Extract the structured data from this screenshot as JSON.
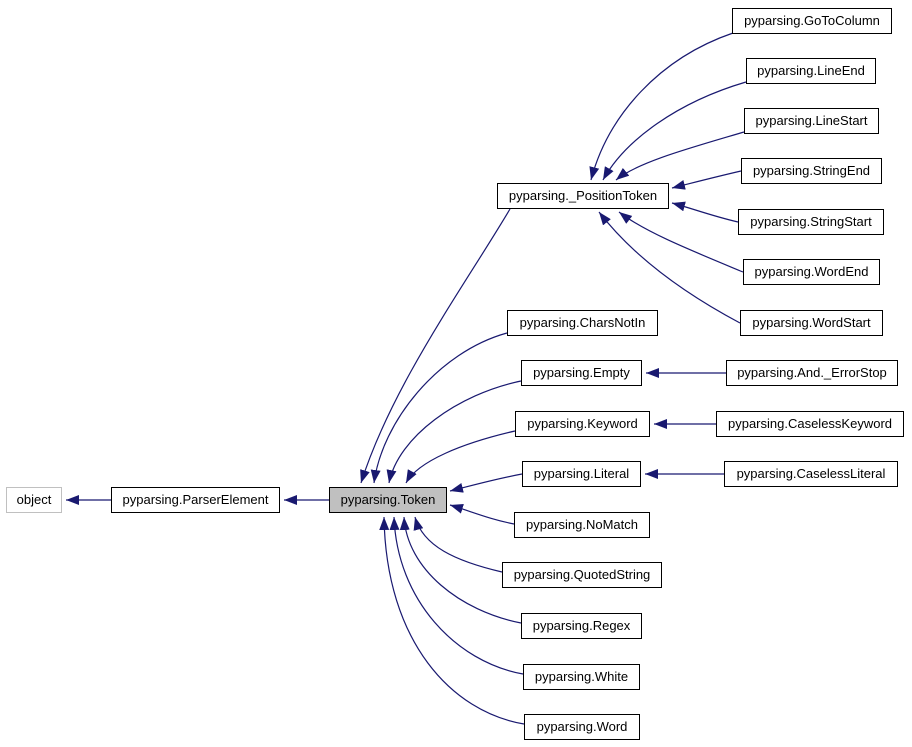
{
  "diagram": {
    "description": "Inheritance graph for pyparsing.Token",
    "colors": {
      "edge": "#191970",
      "node_border": "#000000",
      "node_fill": "#ffffff",
      "highlight_fill": "#c0c0c0",
      "external_border": "#c0c0c0",
      "text": "#000000",
      "background": "#ffffff"
    },
    "nodes": {
      "object": {
        "label": "object"
      },
      "parser_element": {
        "label": "pyparsing.ParserElement"
      },
      "token": {
        "label": "pyparsing.Token"
      },
      "position_token": {
        "label": "pyparsing._PositionToken"
      },
      "goto_column": {
        "label": "pyparsing.GoToColumn"
      },
      "line_end": {
        "label": "pyparsing.LineEnd"
      },
      "line_start": {
        "label": "pyparsing.LineStart"
      },
      "string_end": {
        "label": "pyparsing.StringEnd"
      },
      "string_start": {
        "label": "pyparsing.StringStart"
      },
      "word_end": {
        "label": "pyparsing.WordEnd"
      },
      "word_start": {
        "label": "pyparsing.WordStart"
      },
      "chars_not_in": {
        "label": "pyparsing.CharsNotIn"
      },
      "empty": {
        "label": "pyparsing.Empty"
      },
      "and_error_stop": {
        "label": "pyparsing.And._ErrorStop"
      },
      "keyword": {
        "label": "pyparsing.Keyword"
      },
      "caseless_keyword": {
        "label": "pyparsing.CaselessKeyword"
      },
      "literal": {
        "label": "pyparsing.Literal"
      },
      "caseless_literal": {
        "label": "pyparsing.CaselessLiteral"
      },
      "no_match": {
        "label": "pyparsing.NoMatch"
      },
      "quoted_string": {
        "label": "pyparsing.QuotedString"
      },
      "regex": {
        "label": "pyparsing.Regex"
      },
      "white": {
        "label": "pyparsing.White"
      },
      "word": {
        "label": "pyparsing.Word"
      }
    },
    "edges": [
      {
        "from": "pyparsing.ParserElement",
        "to": "object"
      },
      {
        "from": "pyparsing.Token",
        "to": "pyparsing.ParserElement"
      },
      {
        "from": "pyparsing._PositionToken",
        "to": "pyparsing.Token"
      },
      {
        "from": "pyparsing.GoToColumn",
        "to": "pyparsing._PositionToken"
      },
      {
        "from": "pyparsing.LineEnd",
        "to": "pyparsing._PositionToken"
      },
      {
        "from": "pyparsing.LineStart",
        "to": "pyparsing._PositionToken"
      },
      {
        "from": "pyparsing.StringEnd",
        "to": "pyparsing._PositionToken"
      },
      {
        "from": "pyparsing.StringStart",
        "to": "pyparsing._PositionToken"
      },
      {
        "from": "pyparsing.WordEnd",
        "to": "pyparsing._PositionToken"
      },
      {
        "from": "pyparsing.WordStart",
        "to": "pyparsing._PositionToken"
      },
      {
        "from": "pyparsing.CharsNotIn",
        "to": "pyparsing.Token"
      },
      {
        "from": "pyparsing.Empty",
        "to": "pyparsing.Token"
      },
      {
        "from": "pyparsing.And._ErrorStop",
        "to": "pyparsing.Empty"
      },
      {
        "from": "pyparsing.Keyword",
        "to": "pyparsing.Token"
      },
      {
        "from": "pyparsing.CaselessKeyword",
        "to": "pyparsing.Keyword"
      },
      {
        "from": "pyparsing.Literal",
        "to": "pyparsing.Token"
      },
      {
        "from": "pyparsing.CaselessLiteral",
        "to": "pyparsing.Literal"
      },
      {
        "from": "pyparsing.NoMatch",
        "to": "pyparsing.Token"
      },
      {
        "from": "pyparsing.QuotedString",
        "to": "pyparsing.Token"
      },
      {
        "from": "pyparsing.Regex",
        "to": "pyparsing.Token"
      },
      {
        "from": "pyparsing.White",
        "to": "pyparsing.Token"
      },
      {
        "from": "pyparsing.Word",
        "to": "pyparsing.Token"
      }
    ]
  }
}
